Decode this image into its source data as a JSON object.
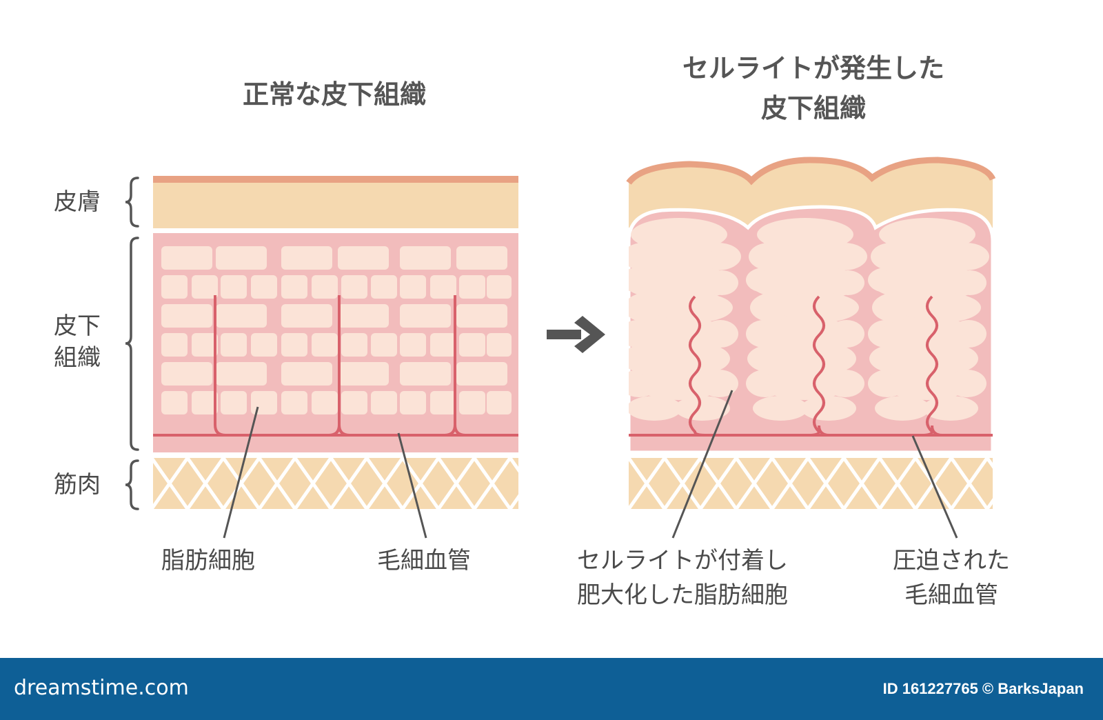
{
  "left_panel": {
    "title": "正常な皮下組織",
    "layer_labels": {
      "skin": "皮膚",
      "subcutaneous_line1": "皮下",
      "subcutaneous_line2": "組織",
      "muscle": "筋肉"
    },
    "callouts": {
      "fat_cells": "脂肪細胞",
      "capillaries": "毛細血管"
    }
  },
  "right_panel": {
    "title_line1": "セルライトが発生した",
    "title_line2": "皮下組織",
    "callouts": {
      "fat_cells_line1": "セルライトが付着し",
      "fat_cells_line2": "肥大化した脂肪細胞",
      "capillaries_line1": "圧迫された",
      "capillaries_line2": "毛細血管"
    }
  },
  "arrow_icon": "right-arrow-icon",
  "colors": {
    "skin_top": "#e8a283",
    "skin": "#f5d9b0",
    "tissue": "#f2bcbc",
    "fat_cell": "#fbe3d7",
    "vessel": "#d8616b",
    "muscle": "#f5d9b0",
    "footer": "#0e5f96"
  },
  "footer": {
    "brand": "dreamstime.com",
    "id_text": "ID 161227765 © BarksJapan"
  }
}
